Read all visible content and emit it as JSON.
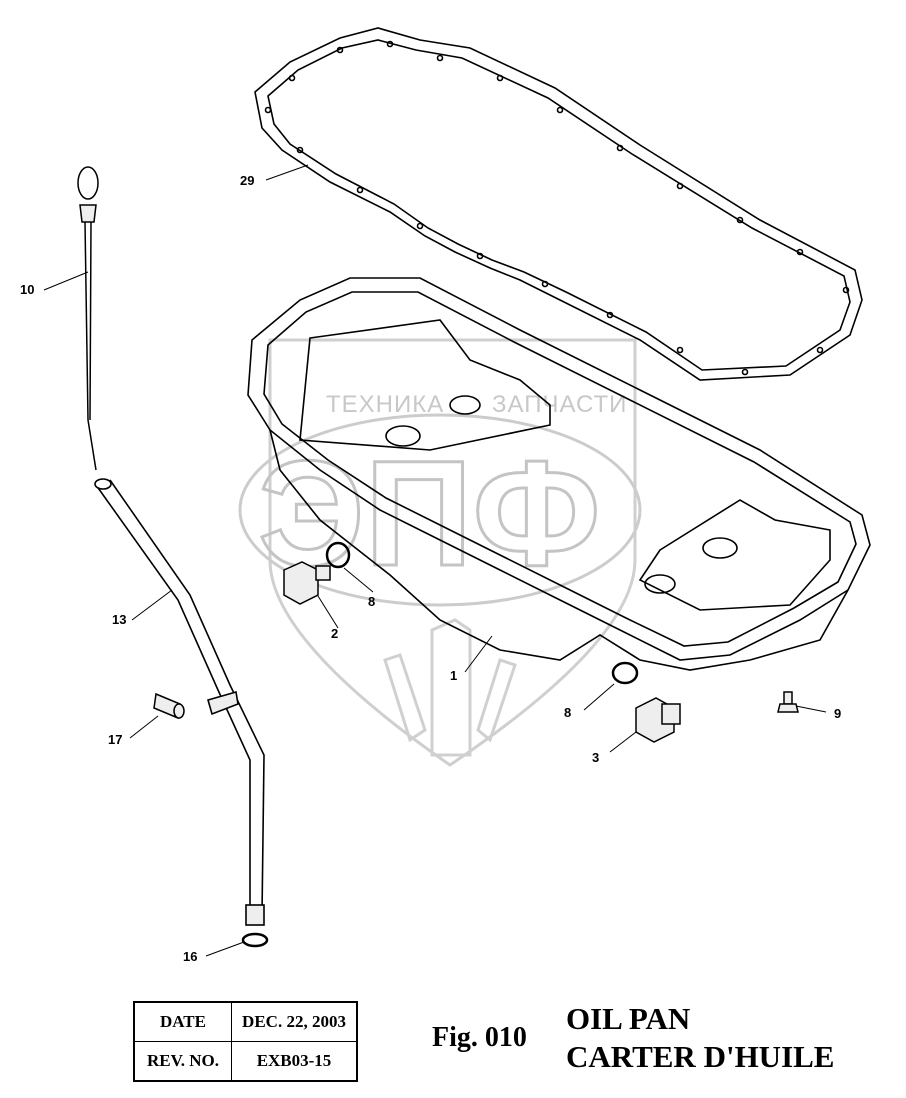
{
  "watermark": {
    "top_text": "ТЕХНИКА",
    "top_text_right": "ЗАПЧАСТИ",
    "letters": "ЭПФ"
  },
  "callouts": [
    {
      "id": "callout-1",
      "label": "1"
    },
    {
      "id": "callout-2",
      "label": "2"
    },
    {
      "id": "callout-3",
      "label": "3"
    },
    {
      "id": "callout-8a",
      "label": "8"
    },
    {
      "id": "callout-8b",
      "label": "8"
    },
    {
      "id": "callout-9",
      "label": "9"
    },
    {
      "id": "callout-10",
      "label": "10"
    },
    {
      "id": "callout-13",
      "label": "13"
    },
    {
      "id": "callout-16",
      "label": "16"
    },
    {
      "id": "callout-17",
      "label": "17"
    },
    {
      "id": "callout-29",
      "label": "29"
    }
  ],
  "info_table": {
    "date_label": "DATE",
    "date_value": "DEC. 22, 2003",
    "rev_label": "REV. NO.",
    "rev_value": "EXB03-15"
  },
  "figure": {
    "number": "Fig. 010",
    "title_en": "OIL PAN",
    "title_fr": "CARTER D'HUILE"
  }
}
